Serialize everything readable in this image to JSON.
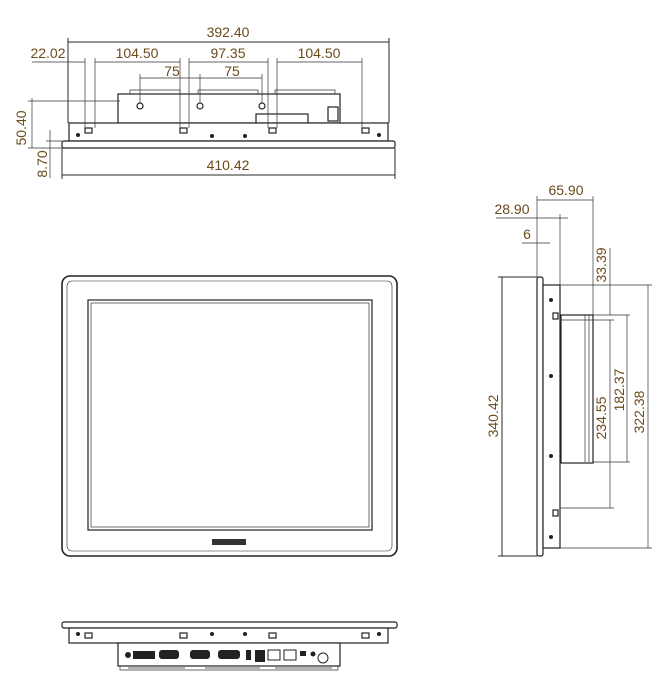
{
  "top_view": {
    "overall_width_rear": "392.40",
    "edge_offset": "22.02",
    "bracket_spacing_left": "104.50",
    "bracket_spacing_mid": "97.35",
    "bracket_spacing_right": "104.50",
    "vesa_left": "75",
    "vesa_right": "75",
    "depth_total": "50.40",
    "bezel_thickness": "8.70",
    "overall_width_front": "410.42"
  },
  "side_view": {
    "total_depth": "65.90",
    "enclosure_depth": "28.90",
    "bezel_depth": "6",
    "top_offset": "33.39",
    "body_height": "182.37",
    "bracket_spacing": "234.55",
    "enclosure_height": "322.38",
    "overall_height": "340.42"
  },
  "colors": {
    "dimension_text": "#6b4a1c",
    "lines": "#2a2a2a"
  }
}
